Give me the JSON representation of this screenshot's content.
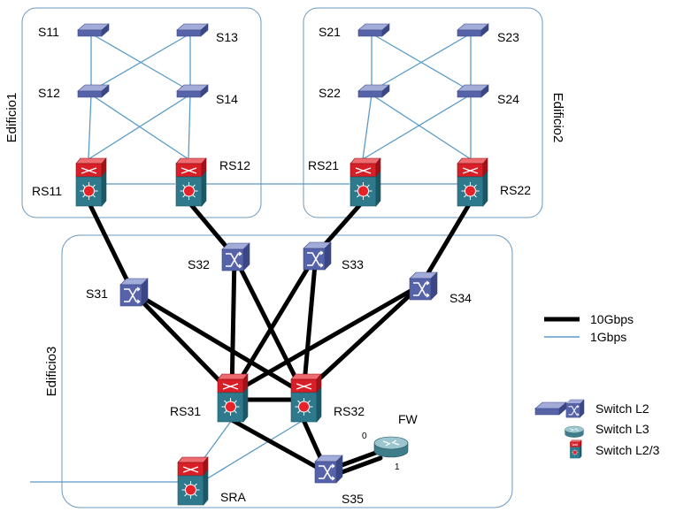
{
  "colors": {
    "thick_link": "#000000",
    "thin_link": "#5b9bc8",
    "building_border": "#6a98c0",
    "l2_switch": "#5663a8",
    "l3_router": "#4f8e9c",
    "l23_red": "#d81e26",
    "l23_teal": "#2e7a8c"
  },
  "buildings": {
    "b1": "Edificio1",
    "b2": "Edificio2",
    "b3": "Edificio3"
  },
  "nodes": {
    "S11": "S11",
    "S12": "S12",
    "S13": "S13",
    "S14": "S14",
    "S21": "S21",
    "S22": "S22",
    "S23": "S23",
    "S24": "S24",
    "RS11": "RS11",
    "RS12": "RS12",
    "RS21": "RS21",
    "RS22": "RS22",
    "S31": "S31",
    "S32": "S32",
    "S33": "S33",
    "S34": "S34",
    "S35": "S35",
    "RS31": "RS31",
    "RS32": "RS32",
    "SRA": "SRA",
    "FW": "FW"
  },
  "fw_ports": {
    "p0": "0",
    "p1": "1"
  },
  "legend": {
    "speed_10g": "10Gbps",
    "speed_1g": "1Gbps",
    "switch_l2": "Switch L2",
    "switch_l3": "Switch L3",
    "switch_l23": "Switch L2/3"
  }
}
